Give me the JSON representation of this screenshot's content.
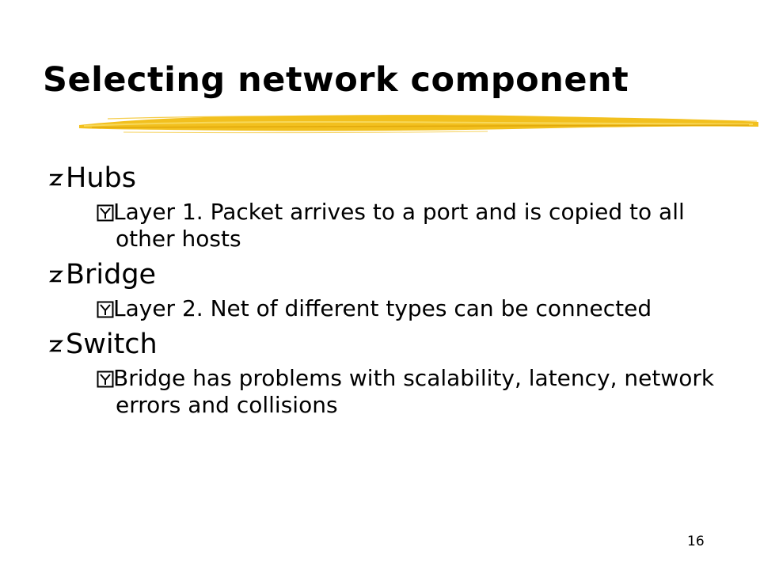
{
  "slide": {
    "title": "Selecting network component",
    "page_number": "16",
    "accent_color": "#F2C01E",
    "bullets": [
      {
        "heading": "Hubs",
        "marker_icon": "z-bullet-icon",
        "sub": [
          {
            "text": "Layer 1. Packet arrives to a port and is copied to all other hosts",
            "marker_icon": "checkbox-bullet-icon"
          }
        ]
      },
      {
        "heading": "Bridge",
        "marker_icon": "z-bullet-icon",
        "sub": [
          {
            "text": "Layer 2. Net of different types can be connected",
            "marker_icon": "checkbox-bullet-icon"
          }
        ]
      },
      {
        "heading": "Switch",
        "marker_icon": "z-bullet-icon",
        "sub": [
          {
            "text": "Bridge has problems with scalability, latency, network errors and collisions",
            "marker_icon": "checkbox-bullet-icon"
          }
        ]
      }
    ]
  }
}
